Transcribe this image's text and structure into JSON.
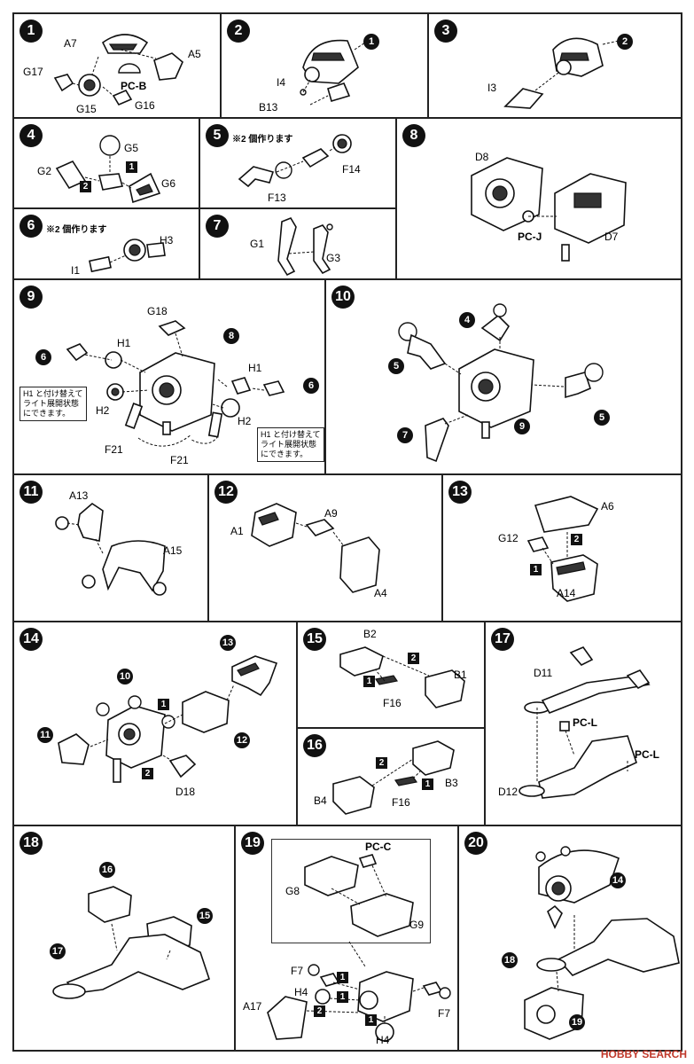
{
  "steps": {
    "s1": {
      "num": "1",
      "labels": [
        "A7",
        "A5",
        "G17",
        "PC-B",
        "G15",
        "G16"
      ]
    },
    "s2": {
      "num": "2",
      "ref": "1",
      "labels": [
        "I4",
        "B13"
      ]
    },
    "s3": {
      "num": "3",
      "ref": "2",
      "labels": [
        "I3"
      ]
    },
    "s4": {
      "num": "4",
      "labels": [
        "G5",
        "G2",
        "G6"
      ],
      "order": [
        "1",
        "2"
      ]
    },
    "s5": {
      "num": "5",
      "note": "※2 個作ります",
      "labels": [
        "F14",
        "F13"
      ]
    },
    "s6": {
      "num": "6",
      "note": "※2 個作ります",
      "labels": [
        "H3",
        "I1"
      ]
    },
    "s7": {
      "num": "7",
      "labels": [
        "G1",
        "G3"
      ]
    },
    "s8": {
      "num": "8",
      "labels": [
        "D8",
        "PC-J",
        "D7"
      ]
    },
    "s9": {
      "num": "9",
      "refs": [
        "6",
        "8",
        "6"
      ],
      "labels": [
        "G18",
        "H1",
        "H1",
        "H2",
        "H2",
        "F21",
        "F21"
      ],
      "box_left": [
        "H1 と付け替えて",
        "ライト展開状態",
        "にできます。"
      ],
      "box_right": [
        "H1 と付け替えて",
        "ライト展開状態",
        "にできます。"
      ]
    },
    "s10": {
      "num": "10",
      "refs": [
        "4",
        "5",
        "5",
        "7",
        "9"
      ]
    },
    "s11": {
      "num": "11",
      "labels": [
        "A13",
        "A15"
      ]
    },
    "s12": {
      "num": "12",
      "labels": [
        "A9",
        "A1",
        "A4"
      ]
    },
    "s13": {
      "num": "13",
      "labels": [
        "A6",
        "G12",
        "A14"
      ],
      "order": [
        "1",
        "2"
      ]
    },
    "s14": {
      "num": "14",
      "refs": [
        "13",
        "10",
        "11",
        "12"
      ],
      "labels": [
        "D18"
      ],
      "order": [
        "1",
        "2"
      ]
    },
    "s15": {
      "num": "15",
      "labels": [
        "B2",
        "B1",
        "F16"
      ],
      "order": [
        "1",
        "2"
      ]
    },
    "s16": {
      "num": "16",
      "labels": [
        "B3",
        "B4",
        "F16"
      ],
      "order": [
        "1",
        "2"
      ]
    },
    "s17": {
      "num": "17",
      "labels": [
        "D11",
        "PC-L",
        "PC-L",
        "D12"
      ]
    },
    "s18": {
      "num": "18",
      "refs": [
        "16",
        "15",
        "17"
      ]
    },
    "s19": {
      "num": "19",
      "labels": [
        "PC-C",
        "G8",
        "G9",
        "F7",
        "H4",
        "F7",
        "A17",
        "H4"
      ],
      "order": [
        "1",
        "1",
        "2",
        "1"
      ]
    },
    "s20": {
      "num": "20",
      "refs": [
        "14",
        "18",
        "19"
      ]
    }
  },
  "watermark": "HOBBY SEARCH"
}
